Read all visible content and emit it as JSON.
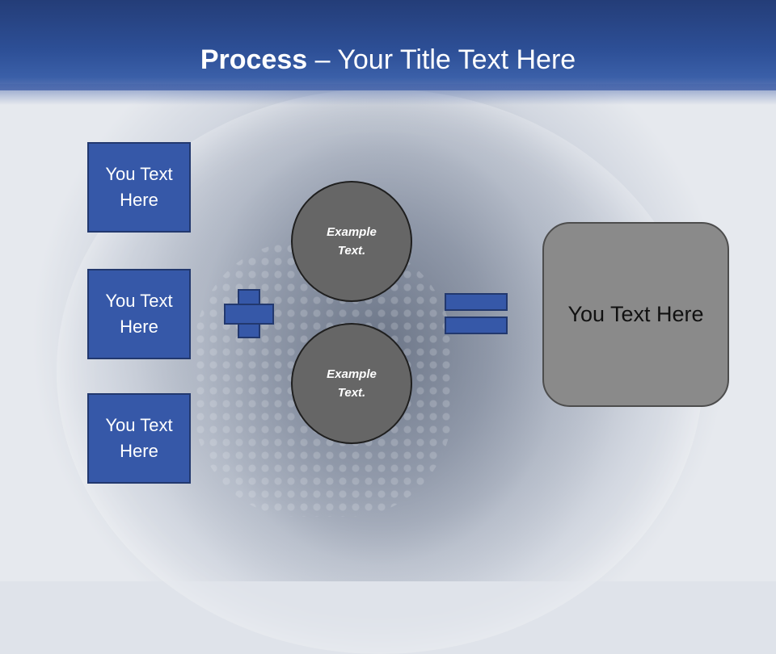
{
  "slide": {
    "title_bold": "Process",
    "title_rest": " – Your Title Text Here"
  },
  "left_boxes": [
    {
      "label": "You Text Here"
    },
    {
      "label": "You Text Here"
    },
    {
      "label": "You Text Here"
    }
  ],
  "circles": [
    {
      "label": "Example Text."
    },
    {
      "label": "Example Text."
    }
  ],
  "result": {
    "label": "You Text Here"
  },
  "icons": {
    "plus": "plus-icon",
    "equals": "equals-icon"
  },
  "colors": {
    "title_bar": "#2d4f96",
    "box_fill": "#3658a8",
    "circle_fill": "#666666",
    "result_fill": "#8a8a8a"
  }
}
